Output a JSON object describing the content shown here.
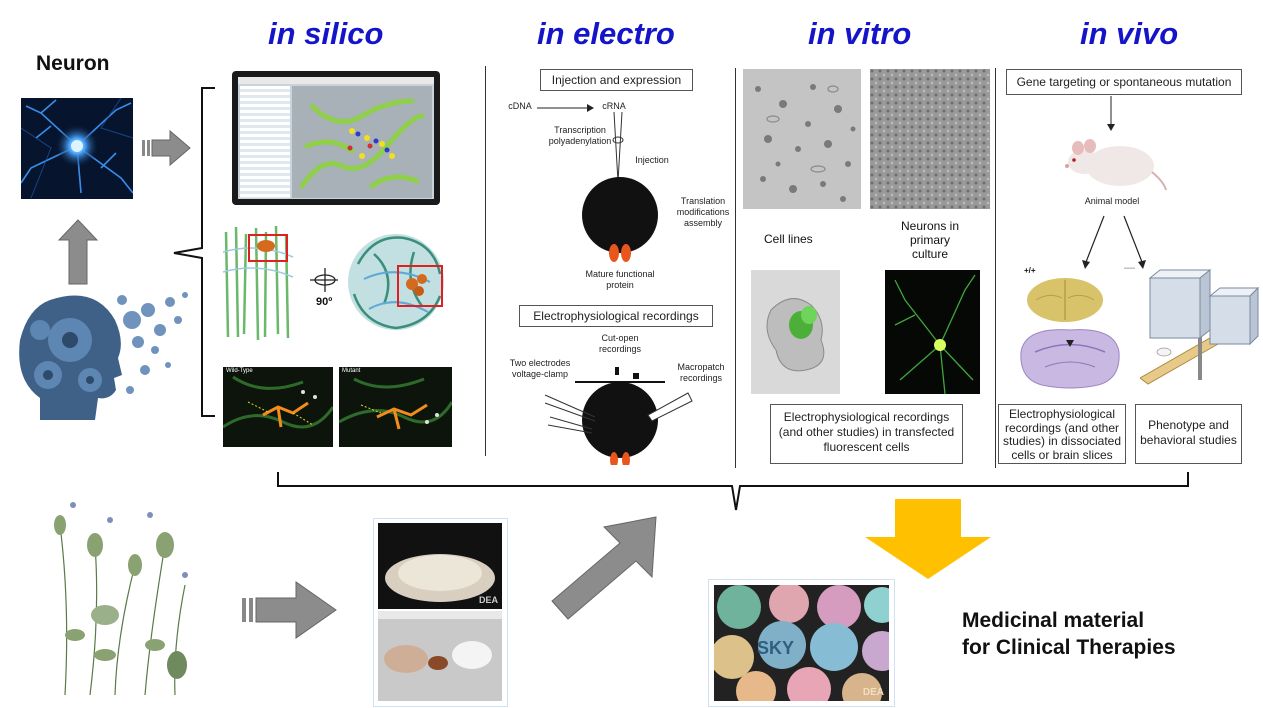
{
  "headings": {
    "silico": "in silico",
    "electro": "in electro",
    "vitro": "in vitro",
    "vivo": "in vivo"
  },
  "neuron_label": "Neuron",
  "silico_panels": {
    "rotation_label": "90º",
    "wild_type": "Wild-Type",
    "mutant": "Mutant"
  },
  "electro": {
    "box1": "Injection and expression",
    "cdna": "cDNA",
    "crna": "cRNA",
    "transcription": "Transcription\npolyadenylation",
    "injection": "Injection",
    "translation": "Translation\nmodifications\nassembly",
    "mature": "Mature functional\nprotein",
    "box2": "Electrophysiological recordings",
    "cut_open": "Cut-open\nrecordings",
    "two_electrodes": "Two electrodes\nvoltage-clamp",
    "macropatch": "Macropatch\nrecordings"
  },
  "vitro": {
    "cell_lines": "Cell lines",
    "neurons_primary": "Neurons in\nprimary\nculture",
    "box": "Electrophysiological recordings\n(and other studies) in transfected\nfluorescent cells"
  },
  "vivo": {
    "box_top": "Gene targeting or spontaneous mutation",
    "animal_model": "Animal model",
    "wt_label": "+/+",
    "ko_label": "—",
    "box_left": "Electrophysiological\nrecordings (and other\nstudies) in dissociated\ncells or brain slices",
    "box_right": "Phenotype and\nbehavioral studies"
  },
  "bottom": {
    "dea1": "DEA",
    "dea2": "DEA",
    "sky": "SKY",
    "result_line1": "Medicinal material",
    "result_line2": "for Clinical Therapies"
  },
  "colors": {
    "heading": "#1414c8",
    "arrow_gray": "#8c8c8c",
    "arrow_yellow": "#ffc000"
  }
}
